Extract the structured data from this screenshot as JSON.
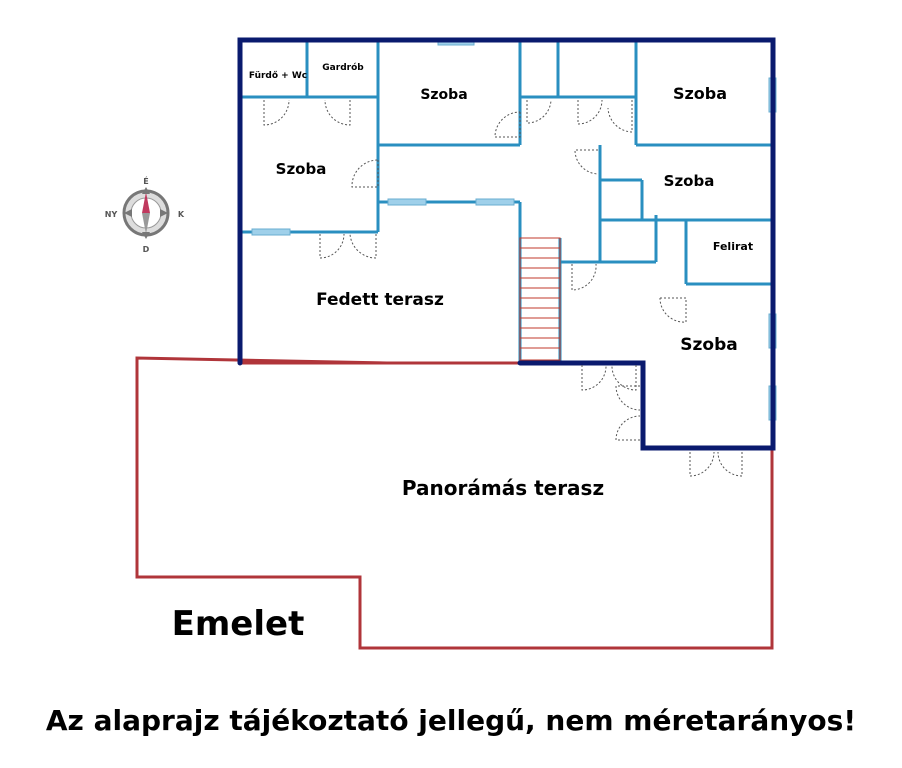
{
  "rooms": {
    "bath": "Fürdő + Wc",
    "wardrobe": "Gardrób",
    "room_top_mid": "Szoba",
    "room_top_right": "Szoba",
    "room_left": "Szoba",
    "room_right_mid": "Szoba",
    "sign": "Felirat",
    "room_right_low": "Szoba",
    "covered_terrace": "Fedett terasz",
    "panoramic_terrace": "Panorámás terasz"
  },
  "floor_label": "Emelet",
  "compass": {
    "north": "É",
    "south": "D",
    "east": "K",
    "west": "NY"
  },
  "disclaimer": "Az alaprajz tájékoztató jellegű, nem méretarányos!",
  "colors": {
    "outer_wall": "#0a1a6e",
    "inner_wall": "#2a8fc0",
    "window": "#9fd0ea",
    "terrace_outline": "#b0353a",
    "door_arc": "#555555"
  }
}
